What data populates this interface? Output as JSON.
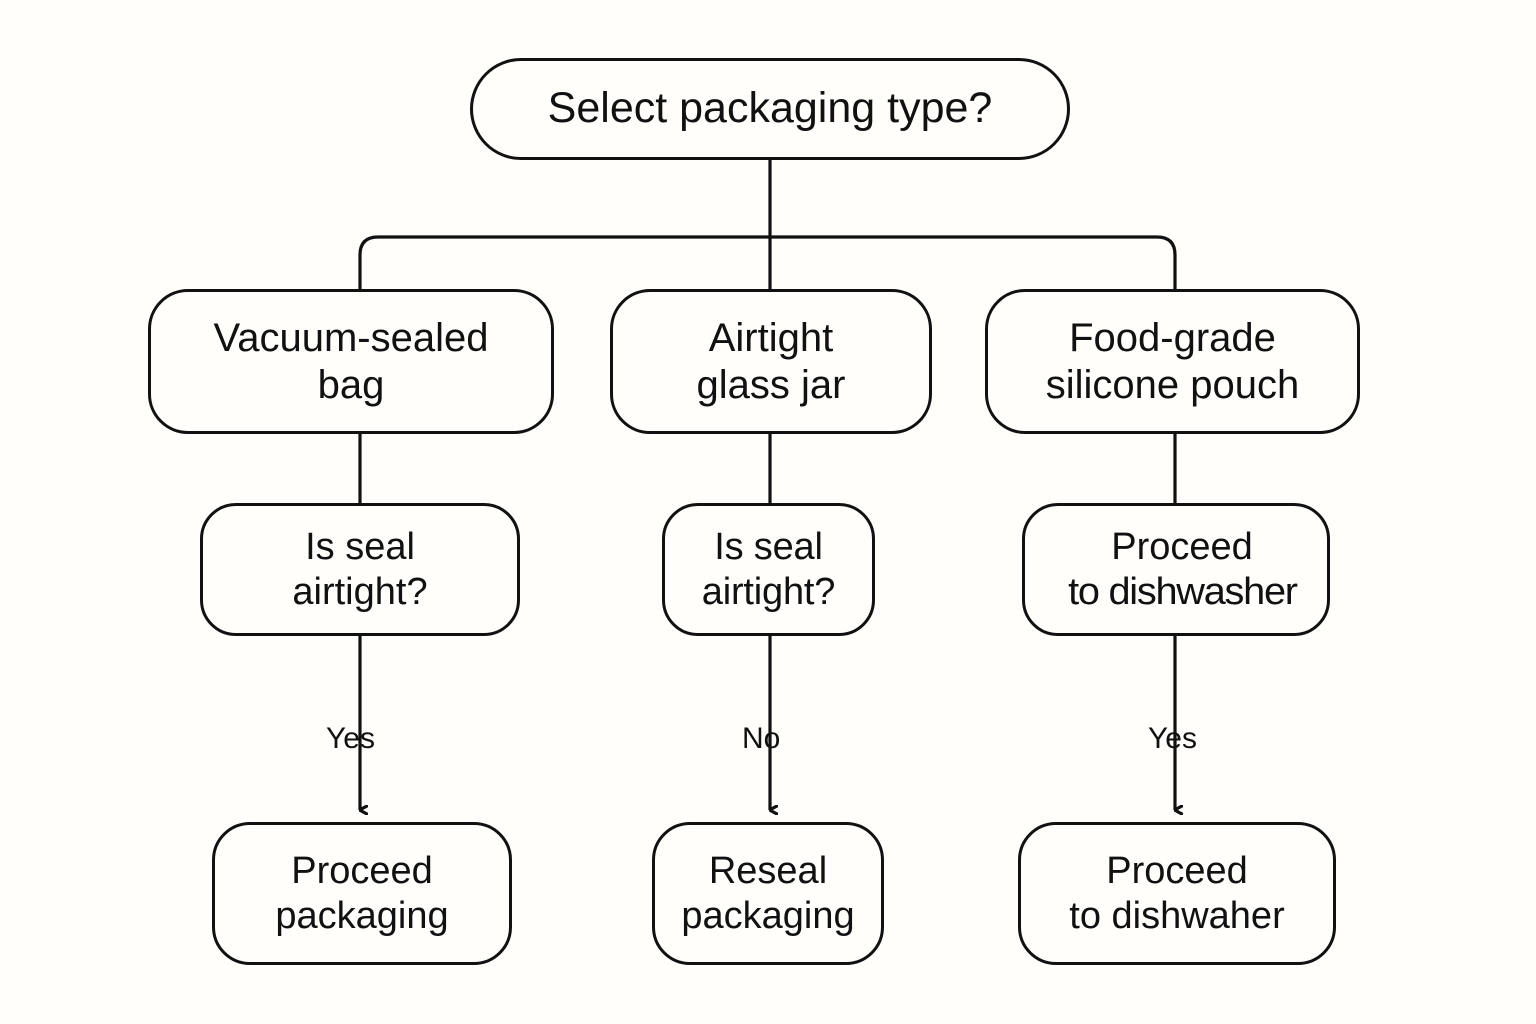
{
  "diagram": {
    "title": "Packaging selection decision flowchart",
    "background_color": "#FFFEFB",
    "line_color": "#111111",
    "node_fill": "#FFFEFB",
    "nodes": {
      "root": {
        "label": "Select packaging type?"
      },
      "vacuum": {
        "line1": "Vacuum-sealed",
        "line2": "bag"
      },
      "jar": {
        "line1": "Airtight",
        "line2": "glass jar"
      },
      "silicone": {
        "line1": "Food-grade",
        "line2": "silicone pouch"
      },
      "seal_left": {
        "line1": "Is seal",
        "line2": "airtight?"
      },
      "seal_mid": {
        "line1": "Is seal",
        "line2": "airtight?"
      },
      "dish_mid": {
        "line1": "Proceed",
        "line2": "to dishwasher"
      },
      "proceed": {
        "line1": "Proceed",
        "line2": "packaging"
      },
      "reseal": {
        "line1": "Reseal",
        "line2": "packaging"
      },
      "dish_bottom": {
        "line1": "Proceed",
        "line2": "to dishwaher"
      }
    },
    "edge_labels": {
      "left": "Yes",
      "middle": "No",
      "right": "Yes"
    }
  }
}
